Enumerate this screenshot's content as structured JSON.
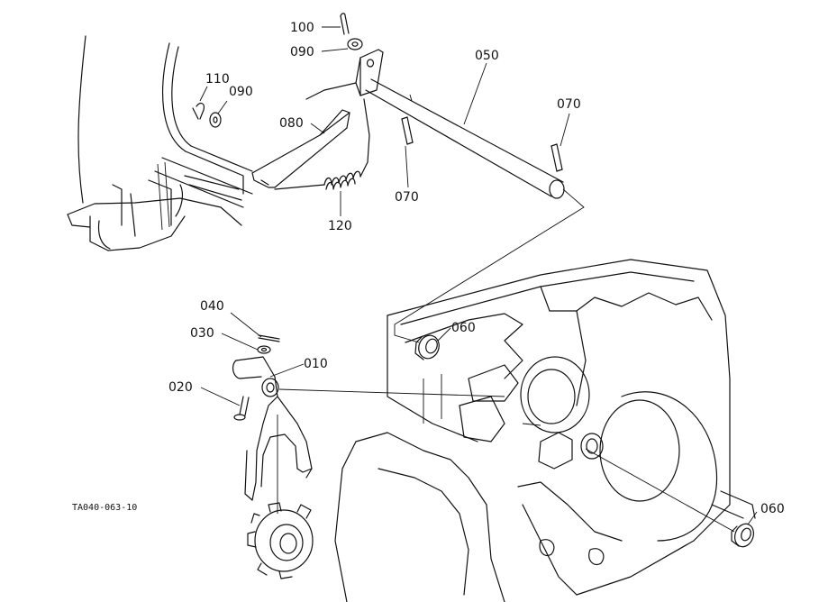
{
  "diagram": {
    "figure_code": "TA040-063-10",
    "line_color": "#111111",
    "background_color": "#ffffff",
    "callouts": {
      "c100": "100",
      "c090a": "090",
      "c110": "110",
      "c090b": "090",
      "c080": "080",
      "c050": "050",
      "c070a": "070",
      "c070b": "070",
      "c120": "120",
      "c040": "040",
      "c030": "030",
      "c010": "010",
      "c020": "020",
      "c060a": "060",
      "c060b": "060"
    }
  }
}
